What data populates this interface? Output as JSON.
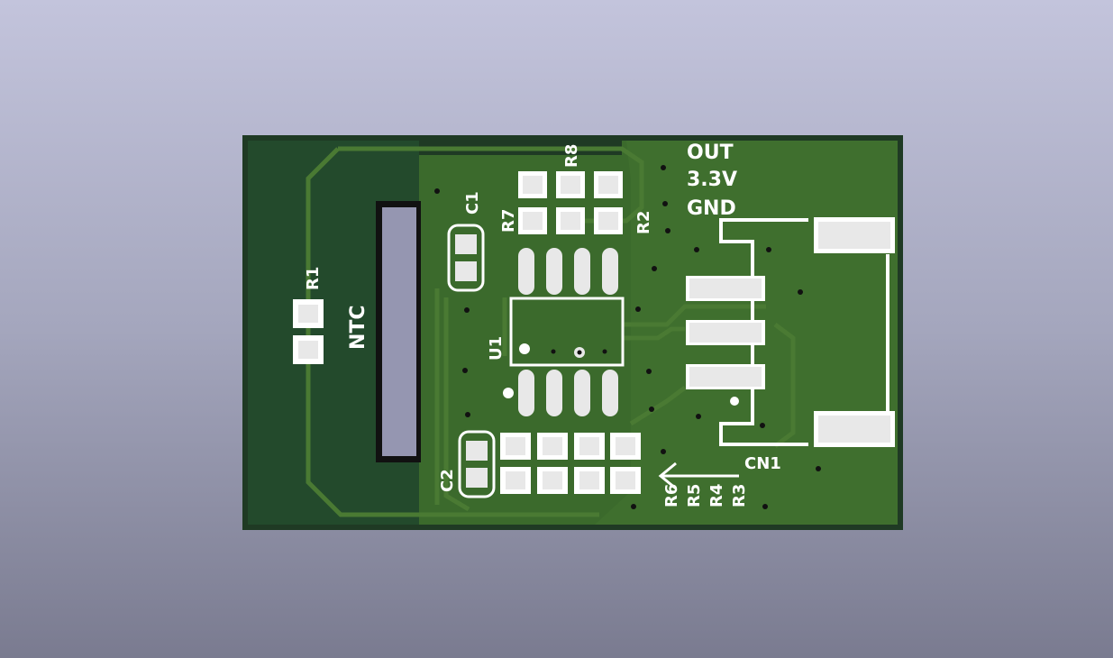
{
  "board": {
    "colors": {
      "background_top": "#c3c4dc",
      "background_bottom": "#7a7b90",
      "substrate": "#1f3a24",
      "copper_fill_dark": "#244a2c",
      "copper_fill_light": "#3b6a2c",
      "trace": "#4a7a33",
      "pad": "#e8e8e8",
      "silkscreen": "#ffffff",
      "via_hole": "#111111"
    }
  },
  "labels": {
    "out": "OUT",
    "v33": "3.3V",
    "gnd": "GND",
    "r8": "R8",
    "c1": "C1",
    "r7": "R7",
    "r2": "R2",
    "r1": "R1",
    "ntc": "NTC",
    "u1": "U1",
    "cn1": "CN1",
    "c2": "C2",
    "r6": "R6",
    "r5": "R5",
    "r4": "R4",
    "r3": "R3"
  }
}
